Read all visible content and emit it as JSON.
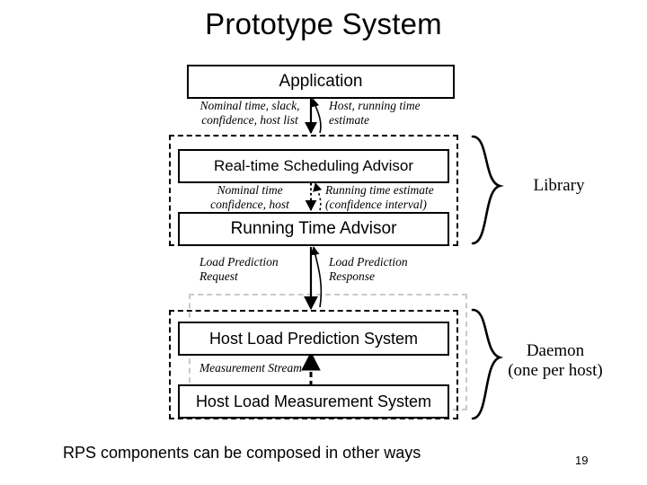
{
  "slide": {
    "title": "Prototype System",
    "caption": "RPS components can be composed in other ways",
    "page_number": "19"
  },
  "diagram": {
    "boxes": [
      {
        "id": "application",
        "label": "Application"
      },
      {
        "id": "rtsa",
        "label": "Real-time Scheduling Advisor"
      },
      {
        "id": "rta",
        "label": "Running Time Advisor"
      },
      {
        "id": "hlps",
        "label": "Host Load Prediction System"
      },
      {
        "id": "hlms",
        "label": "Host Load Measurement System"
      }
    ],
    "edge_labels": [
      {
        "id": "app-down",
        "line1": "Nominal time, slack,",
        "line2": "confidence, host list"
      },
      {
        "id": "app-up",
        "line1": "Host, running time",
        "line2": "estimate"
      },
      {
        "id": "rtsa-down",
        "line1": "Nominal time",
        "line2": "confidence, host"
      },
      {
        "id": "rtsa-up",
        "line1": "Running time estimate",
        "line2": "(confidence interval)"
      },
      {
        "id": "rta-down",
        "line1": "Load Prediction",
        "line2": "Request"
      },
      {
        "id": "rta-up",
        "line1": "Load Prediction",
        "line2": "Response"
      },
      {
        "id": "measurement",
        "line1": "Measurement Stream",
        "line2": ""
      }
    ],
    "group_labels": [
      {
        "id": "library",
        "line1": "Library",
        "line2": ""
      },
      {
        "id": "daemon",
        "line1": "Daemon",
        "line2": "(one per host)"
      }
    ],
    "colors": {
      "stroke": "#000000",
      "grey_dashed": "#c9c9c9"
    }
  }
}
